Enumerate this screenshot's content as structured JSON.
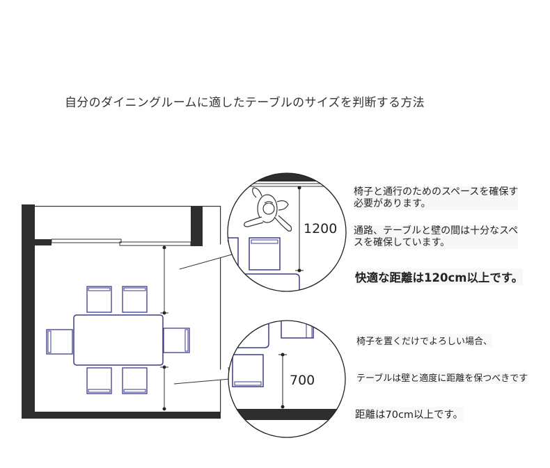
{
  "title": "自分のダイニングルームに適したテーブルのサイズを判断する方法",
  "dimensions": {
    "upper": "1200",
    "lower": "700"
  },
  "notes": {
    "upper_line1": "椅子と通行のためのスペースを確保す",
    "upper_line2": "必要があります。",
    "upper_line3": "通路、テーブルと壁の間は十分なスペ",
    "upper_line4": "スを確保しています。",
    "upper_emphasis": "快適な距離は120cm以上です。",
    "lower_line1": "椅子を置くだけでよろしい場合、",
    "lower_line2": "テーブルは壁と適度に距離を保つべきです",
    "lower_emphasis": "距離は70cm以上です。"
  },
  "colors": {
    "wall": "#2e2e2e",
    "furniture": "#3a3a8c",
    "line": "#333333"
  }
}
